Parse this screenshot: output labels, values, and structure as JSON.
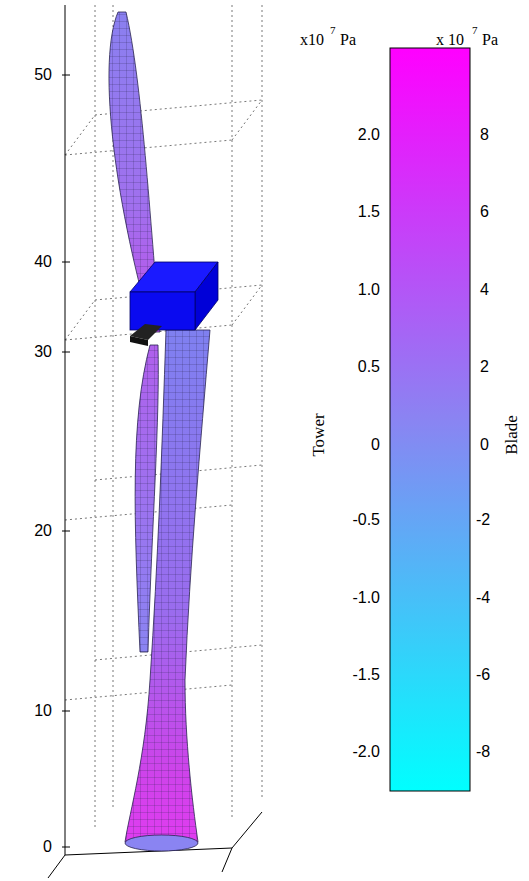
{
  "diagram": {
    "labels": [
      "x10",
      "7",
      "Pa",
      "x 10",
      "7",
      "Pa",
      "50",
      "40",
      "30",
      "20",
      "10",
      "0",
      "2.0",
      "1.5",
      "1.0",
      "0.5",
      "0",
      "-0.5",
      "-1.0",
      "-1.5",
      "-2.0",
      "8",
      "6",
      "4",
      "2",
      "0",
      "-2",
      "-4",
      "-6",
      "-8",
      "Tower",
      "Blade"
    ]
  }
}
